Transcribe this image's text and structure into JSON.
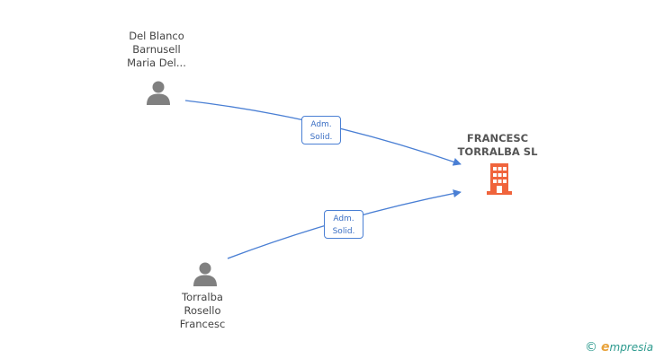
{
  "persons": [
    {
      "id": "p1",
      "lines": [
        "Del Blanco",
        "Barnusell",
        "Maria Del..."
      ],
      "icon": "person-icon"
    },
    {
      "id": "p2",
      "lines": [
        "Torralba",
        "Rosello",
        "Francesc"
      ],
      "icon": "person-icon"
    }
  ],
  "company": {
    "lines": [
      "FRANCESC",
      "TORRALBA SL"
    ],
    "icon": "building-icon",
    "color": "#f0643c"
  },
  "edges": [
    {
      "from": "p1",
      "to": "company",
      "label": [
        "Adm.",
        "Solid."
      ]
    },
    {
      "from": "p2",
      "to": "company",
      "label": [
        "Adm.",
        "Solid."
      ]
    }
  ],
  "colors": {
    "edge": "#4a7fd4",
    "person_icon": "#808080",
    "company_icon": "#f0643c"
  },
  "brand": {
    "copyright": "©",
    "e": "e",
    "name": "mpresia"
  }
}
